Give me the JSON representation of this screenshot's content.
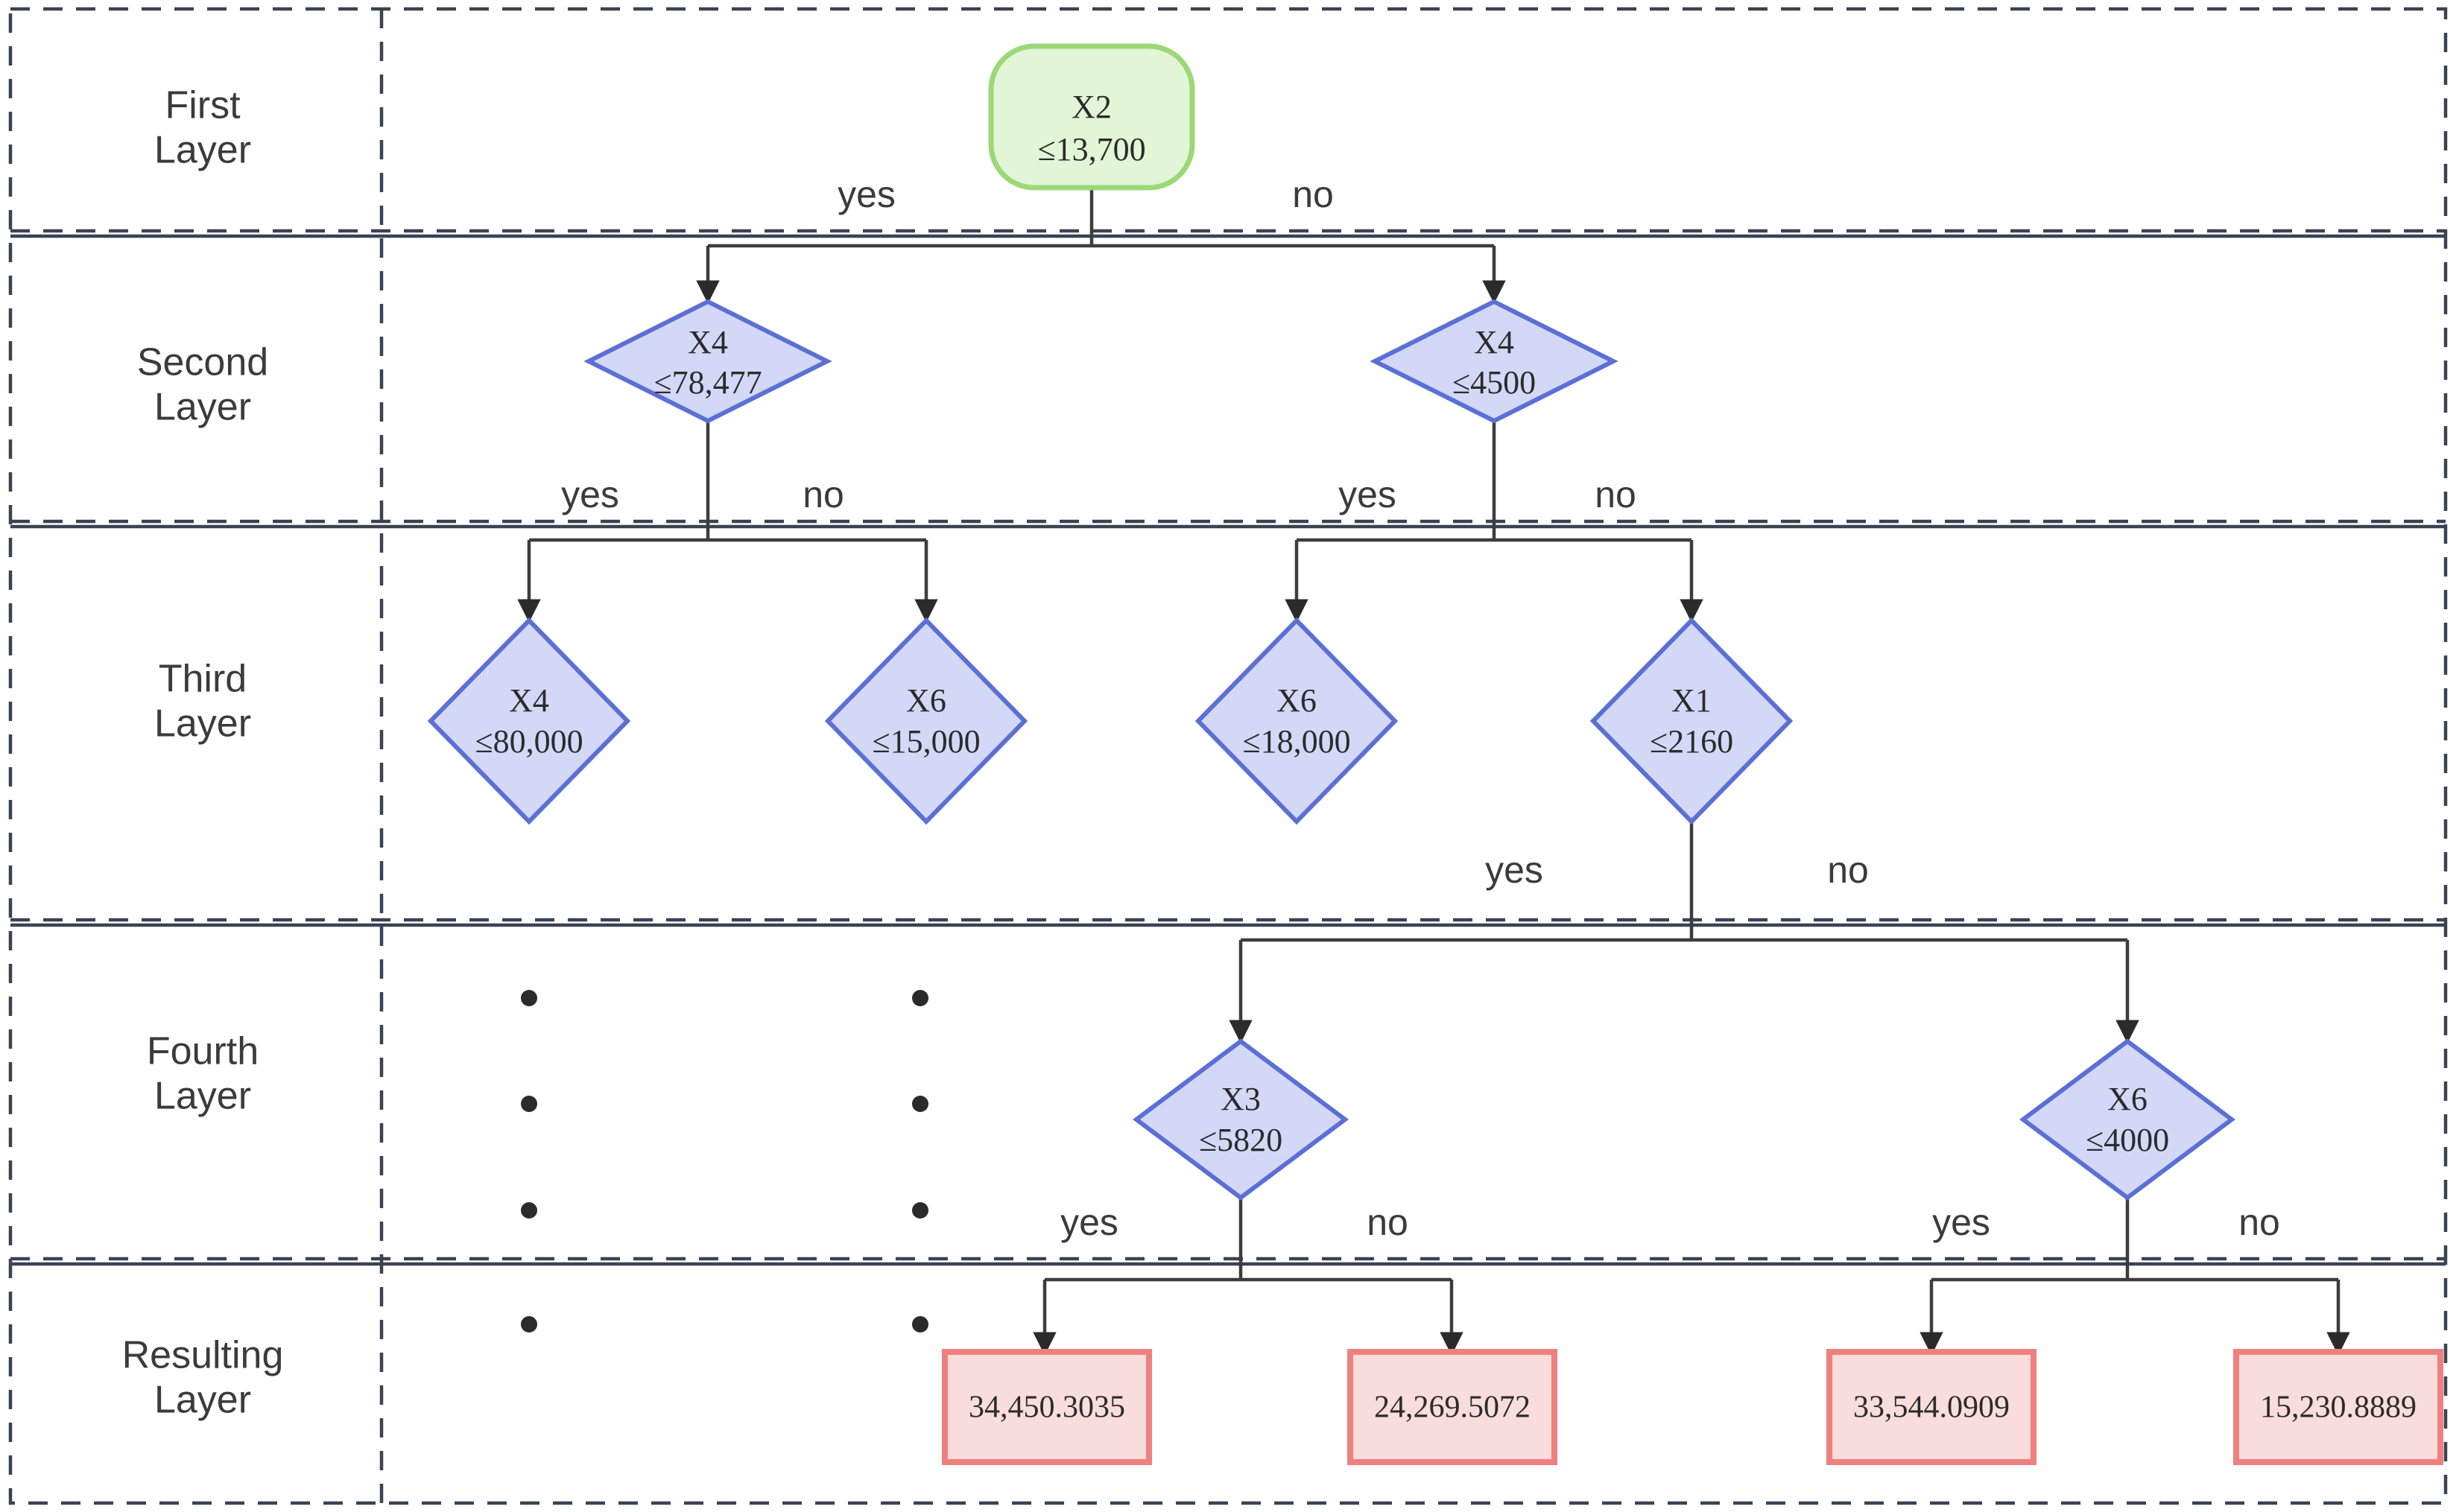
{
  "diagram": {
    "title": "Decision tree layer diagram",
    "layers": [
      {
        "id": "first",
        "label_line1": "First",
        "label_line2": "Layer"
      },
      {
        "id": "second",
        "label_line1": "Second",
        "label_line2": "Layer"
      },
      {
        "id": "third",
        "label_line1": "Third",
        "label_line2": "Layer"
      },
      {
        "id": "fourth",
        "label_line1": "Fourth",
        "label_line2": "Layer"
      },
      {
        "id": "resulting",
        "label_line1": "Resulting",
        "label_line2": "Layer"
      }
    ],
    "edge_labels": {
      "yes": "yes",
      "no": "no"
    },
    "nodes": {
      "root": {
        "var": "X2",
        "threshold": "≤13,700",
        "shape": "rounded-rect",
        "layer": "first"
      },
      "s_left": {
        "var": "X4",
        "threshold": "≤78,477",
        "shape": "diamond",
        "layer": "second"
      },
      "s_right": {
        "var": "X4",
        "threshold": "≤4500",
        "shape": "diamond",
        "layer": "second"
      },
      "t_1": {
        "var": "X4",
        "threshold": "≤80,000",
        "shape": "diamond",
        "layer": "third"
      },
      "t_2": {
        "var": "X6",
        "threshold": "≤15,000",
        "shape": "diamond",
        "layer": "third"
      },
      "t_3": {
        "var": "X6",
        "threshold": "≤18,000",
        "shape": "diamond",
        "layer": "third"
      },
      "t_4": {
        "var": "X1",
        "threshold": "≤2160",
        "shape": "diamond",
        "layer": "third"
      },
      "f_left": {
        "var": "X3",
        "threshold": "≤5820",
        "shape": "diamond",
        "layer": "fourth"
      },
      "f_right": {
        "var": "X6",
        "threshold": "≤4000",
        "shape": "diamond",
        "layer": "fourth"
      }
    },
    "results": [
      {
        "id": "r1",
        "value": "34,450.3035"
      },
      {
        "id": "r2",
        "value": "24,269.5072"
      },
      {
        "id": "r3",
        "value": "33,544.0909"
      },
      {
        "id": "r4",
        "value": "15,230.8889"
      }
    ],
    "colors": {
      "root_fill": "#e2f5d6",
      "root_stroke": "#9cd877",
      "decision_fill": "#d3d8f7",
      "decision_stroke": "#5b6fd6",
      "result_fill": "#f9dcdc",
      "result_stroke": "#ef8080",
      "frame": "#3a4352",
      "link": "#3d3d3d",
      "text": "#2b2b2b"
    }
  }
}
